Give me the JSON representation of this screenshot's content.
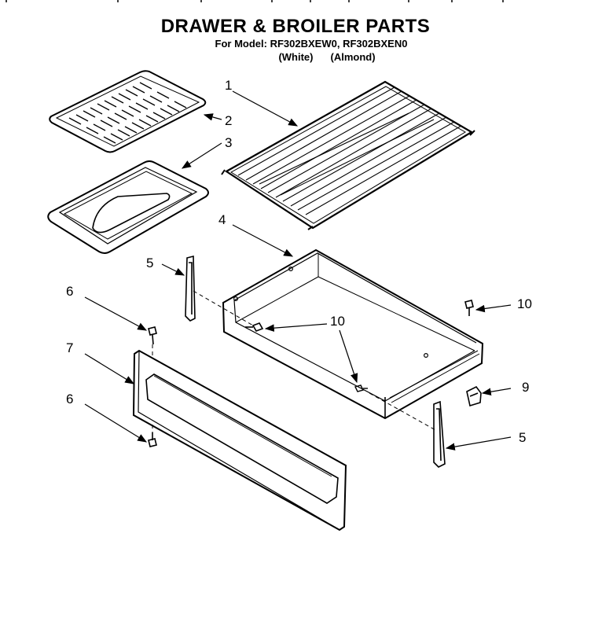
{
  "header": {
    "title": "DRAWER & BROILER PARTS",
    "subtitle_line1": "For Model: RF302BXEW0, RF302BXEN0",
    "subtitle_white": "(White)",
    "subtitle_almond": "(Almond)"
  },
  "callouts": [
    "1",
    "2",
    "3",
    "4",
    "5",
    "6",
    "7",
    "6",
    "10",
    "10",
    "9",
    "5"
  ],
  "parts": [
    {
      "id": "1",
      "name": "rack"
    },
    {
      "id": "2",
      "name": "broiler-grid"
    },
    {
      "id": "3",
      "name": "broiler-pan"
    },
    {
      "id": "4",
      "name": "drawer"
    },
    {
      "id": "5",
      "name": "drawer-glide"
    },
    {
      "id": "6",
      "name": "screw"
    },
    {
      "id": "7",
      "name": "drawer-front-panel"
    },
    {
      "id": "9",
      "name": "drawer-stop"
    },
    {
      "id": "10",
      "name": "screw"
    }
  ]
}
